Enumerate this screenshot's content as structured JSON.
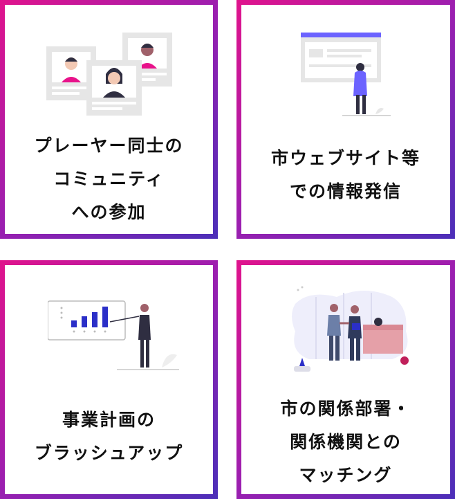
{
  "cards": [
    {
      "lines": [
        "プレーヤー同士の",
        "コミュニティ",
        "への参加"
      ],
      "illustration_icon": "profile-cards-icon"
    },
    {
      "lines": [
        "市ウェブサイト等",
        "での情報発信"
      ],
      "illustration_icon": "website-viewer-icon"
    },
    {
      "lines": [
        "事業計画の",
        "ブラッシュアップ"
      ],
      "illustration_icon": "presentation-chart-icon"
    },
    {
      "lines": [
        "市の関係部署・",
        "関係機関との",
        "マッチング"
      ],
      "illustration_icon": "business-handshake-icon"
    }
  ],
  "colors": {
    "gradient_start": "#e0138c",
    "gradient_mid": "#9b1fb0",
    "gradient_end": "#4b2fb8",
    "accent_pink": "#e8128a",
    "accent_blue": "#2b2fc8"
  }
}
